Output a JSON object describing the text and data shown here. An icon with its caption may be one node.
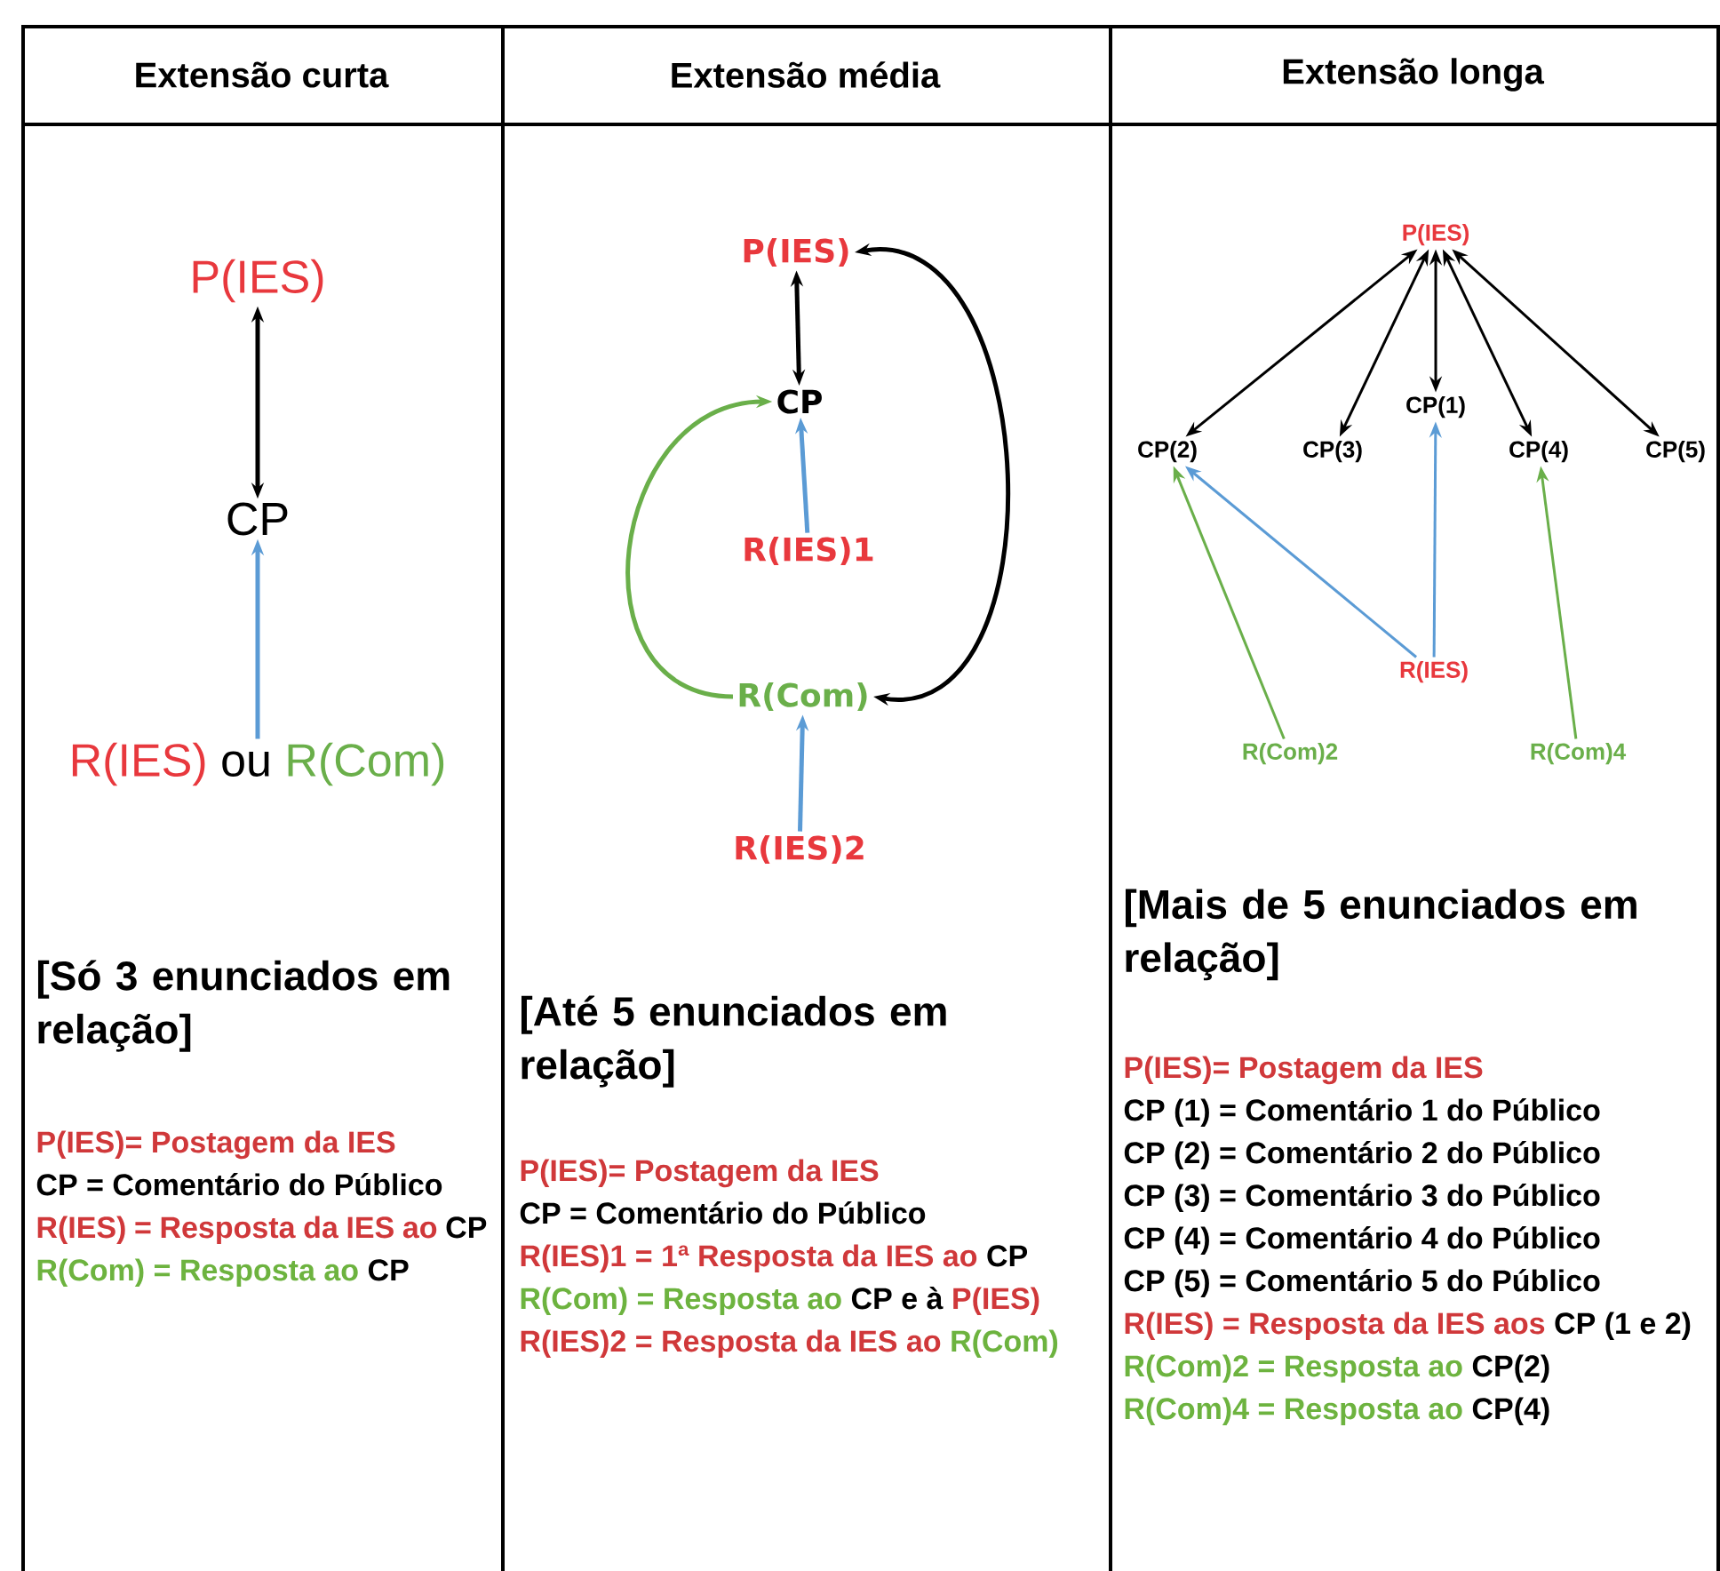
{
  "diagram": {
    "nodes": [
      {
        "text": [
          "Extensão curta",
          "[Só 3 enunciados em relação]"
        ]
      },
      {
        "text": [
          "P(IES)"
        ],
        "in": 0
      },
      {
        "text": [
          "CP"
        ],
        "in": 0
      },
      {
        "text": [
          "R(IES)",
          "ou",
          "R(Com)"
        ],
        "in": 0
      },
      {
        "text": [
          "Extensão média",
          "[Até 5 enunciados em relação]"
        ]
      },
      {
        "text": [
          "P(IES)"
        ],
        "in": 4
      },
      {
        "text": [
          "CP"
        ],
        "in": 4
      },
      {
        "text": [
          "R(IES)1"
        ],
        "in": 4
      },
      {
        "text": [
          "R(Com)"
        ],
        "in": 4
      },
      {
        "text": [
          "R(IES)2"
        ],
        "in": 4
      },
      {
        "text": [
          "Extensão longa",
          "[Mais de 5 enunciados em relação]"
        ]
      },
      {
        "text": [
          "P(IES)"
        ],
        "in": 10
      },
      {
        "text": [
          "CP(2)"
        ],
        "in": 10
      },
      {
        "text": [
          "CP(3)"
        ],
        "in": 10
      },
      {
        "text": [
          "CP(1)"
        ],
        "in": 10
      },
      {
        "text": [
          "CP(4)"
        ],
        "in": 10
      },
      {
        "text": [
          "CP(5)"
        ],
        "in": 10
      },
      {
        "text": [
          "R(IES)"
        ],
        "in": 10
      },
      {
        "text": [
          "R(Com)2"
        ],
        "in": 10
      },
      {
        "text": [
          "R(Com)4"
        ],
        "in": 10
      }
    ],
    "edges": [
      {
        "from": 1,
        "to": 2,
        "arrow": "both"
      },
      {
        "from": 3,
        "to": 2,
        "arrow": "to",
        "color": "#5b9bd5"
      },
      {
        "from": 5,
        "to": 6,
        "arrow": "both"
      },
      {
        "from": 7,
        "to": 6,
        "arrow": "to",
        "color": "#5b9bd5"
      },
      {
        "from": 8,
        "to": 6,
        "arrow": "to",
        "color": "#6aaf4a"
      },
      {
        "from": 5,
        "to": 8,
        "arrow": "both"
      },
      {
        "from": 9,
        "to": 8,
        "arrow": "to",
        "color": "#5b9bd5"
      },
      {
        "from": 11,
        "to": 12,
        "arrow": "both"
      },
      {
        "from": 11,
        "to": 13,
        "arrow": "both"
      },
      {
        "from": 11,
        "to": 14,
        "arrow": "both"
      },
      {
        "from": 11,
        "to": 15,
        "arrow": "both"
      },
      {
        "from": 11,
        "to": 16,
        "arrow": "both"
      },
      {
        "from": 17,
        "to": 12,
        "arrow": "to",
        "color": "#5b9bd5"
      },
      {
        "from": 17,
        "to": 14,
        "arrow": "to",
        "color": "#5b9bd5"
      },
      {
        "from": 18,
        "to": 12,
        "arrow": "to",
        "color": "#6aaf4a"
      },
      {
        "from": 19,
        "to": 15,
        "arrow": "to",
        "color": "#6aaf4a"
      }
    ],
    "labels": [
      "P(IES)= Postagem da IES",
      "CP = Comentário do Público",
      "R(IES) = Resposta da IES ao",
      "CP",
      "R(Com) = Resposta ao",
      "CP",
      "P(IES)= Postagem da IES",
      "CP = Comentário do Público",
      "R(IES)1 = 1ª Resposta da IES ao",
      "CP",
      "R(Com) = Resposta ao",
      "CP e à",
      "P(IES)",
      "R(IES)2 = Resposta da IES ao",
      "R(Com)",
      "P(IES)= Postagem da IES",
      "CP (1) = Comentário 1 do Público",
      "CP (2) = Comentário 2 do Público",
      "CP (3) = Comentário 3 do Público",
      "CP (4) = Comentário 4 do Público",
      "CP (5) = Comentário 5 do Público",
      "R(IES) = Resposta da IES aos",
      "CP (1 e 2)",
      "R(Com)2 = Resposta ao",
      "CP(2)",
      "R(Com)4 = Resposta ao",
      "CP(4)"
    ]
  }
}
